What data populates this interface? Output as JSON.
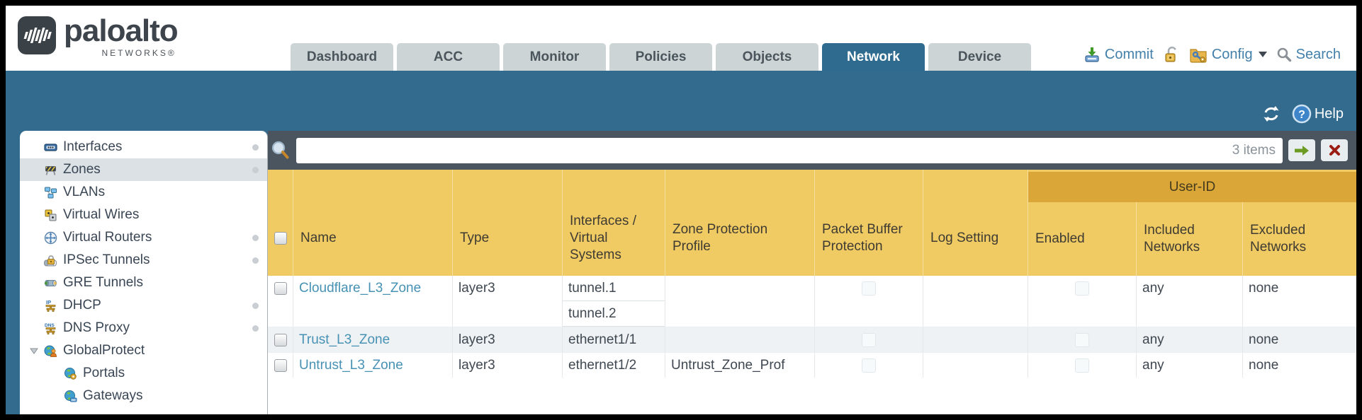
{
  "brand": {
    "name": "paloalto",
    "sub": "NETWORKS®"
  },
  "nav": {
    "tabs": [
      {
        "label": "Dashboard",
        "active": false
      },
      {
        "label": "ACC",
        "active": false
      },
      {
        "label": "Monitor",
        "active": false
      },
      {
        "label": "Policies",
        "active": false
      },
      {
        "label": "Objects",
        "active": false
      },
      {
        "label": "Network",
        "active": true
      },
      {
        "label": "Device",
        "active": false
      }
    ],
    "utils": {
      "commit": "Commit",
      "config": "Config",
      "search": "Search"
    }
  },
  "toolbar": {
    "help": "Help"
  },
  "sidebar": {
    "items": [
      {
        "label": "Interfaces",
        "icon": "interfaces-icon",
        "dot": true,
        "selected": false
      },
      {
        "label": "Zones",
        "icon": "zones-icon",
        "dot": true,
        "selected": true
      },
      {
        "label": "VLANs",
        "icon": "vlans-icon",
        "dot": false,
        "selected": false
      },
      {
        "label": "Virtual Wires",
        "icon": "virtual-wires-icon",
        "dot": false,
        "selected": false
      },
      {
        "label": "Virtual Routers",
        "icon": "virtual-routers-icon",
        "dot": true,
        "selected": false
      },
      {
        "label": "IPSec Tunnels",
        "icon": "ipsec-tunnels-icon",
        "dot": true,
        "selected": false
      },
      {
        "label": "GRE Tunnels",
        "icon": "gre-tunnels-icon",
        "dot": false,
        "selected": false
      },
      {
        "label": "DHCP",
        "icon": "dhcp-icon",
        "icon_text": "IP",
        "dot": true,
        "selected": false
      },
      {
        "label": "DNS Proxy",
        "icon": "dns-proxy-icon",
        "icon_text": "DNS",
        "dot": true,
        "selected": false
      },
      {
        "label": "GlobalProtect",
        "icon": "globalprotect-icon",
        "dot": false,
        "expanded": true,
        "selected": false
      },
      {
        "label": "Portals",
        "icon": "portals-icon",
        "dot": false,
        "child": true,
        "selected": false
      },
      {
        "label": "Gateways",
        "icon": "gateways-icon",
        "dot": false,
        "child": true,
        "selected": false
      }
    ]
  },
  "filter": {
    "count": "3 items",
    "value": ""
  },
  "table": {
    "group_header": "User-ID",
    "columns": [
      "Name",
      "Type",
      "Interfaces / Virtual Systems",
      "Zone Protection Profile",
      "Packet Buffer Protection",
      "Log Setting",
      "Enabled",
      "Included Networks",
      "Excluded Networks"
    ],
    "rows": [
      {
        "name": "Cloudflare_L3_Zone",
        "type": "layer3",
        "interfaces": [
          "tunnel.1",
          "tunnel.2"
        ],
        "zone_protection_profile": "",
        "log_setting": "",
        "included_networks": "any",
        "excluded_networks": "none"
      },
      {
        "name": "Trust_L3_Zone",
        "type": "layer3",
        "interfaces": [
          "ethernet1/1"
        ],
        "zone_protection_profile": "",
        "log_setting": "",
        "included_networks": "any",
        "excluded_networks": "none"
      },
      {
        "name": "Untrust_L3_Zone",
        "type": "layer3",
        "interfaces": [
          "ethernet1/2"
        ],
        "zone_protection_profile": "Untrust_Zone_Prof",
        "log_setting": "",
        "included_networks": "any",
        "excluded_networks": "none"
      }
    ]
  },
  "colors": {
    "teal": "#336b8f",
    "slate": "#4a5560",
    "table_header": "#f0ca62",
    "table_header_group": "#d9a637",
    "link": "#4792b4",
    "selected_nav": "#dbe1e5",
    "alt_row": "#eef2f5"
  }
}
